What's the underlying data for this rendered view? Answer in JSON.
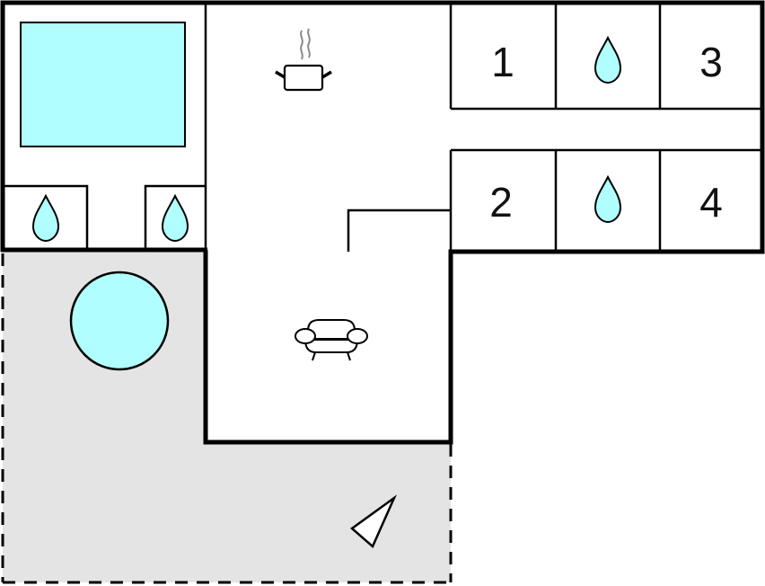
{
  "diagram": {
    "type": "floor-plan",
    "colors": {
      "wall": "#000000",
      "water": "#b0fefe",
      "terrace": "#e4e4e4",
      "steam": "#8a8a8a",
      "background": "#ffffff"
    },
    "rooms": [
      {
        "id": "bathroom",
        "icons": [
          "bathtub-icon",
          "water-drop-icon",
          "water-drop-icon"
        ]
      },
      {
        "id": "kitchen",
        "icons": [
          "cooking-pot-icon"
        ]
      },
      {
        "id": "living-room",
        "icons": [
          "sofa-icon"
        ]
      },
      {
        "id": "bedroom-1",
        "label": "1"
      },
      {
        "id": "bathroom-upper",
        "icons": [
          "water-drop-icon"
        ]
      },
      {
        "id": "bedroom-3",
        "label": "3"
      },
      {
        "id": "bedroom-2",
        "label": "2"
      },
      {
        "id": "bathroom-lower",
        "icons": [
          "water-drop-icon"
        ]
      },
      {
        "id": "bedroom-4",
        "label": "4"
      },
      {
        "id": "terrace",
        "icons": [
          "hot-tub-icon",
          "compass-direction-icon"
        ]
      }
    ],
    "labels": {
      "room1": "1",
      "room2": "2",
      "room3": "3",
      "room4": "4"
    }
  }
}
